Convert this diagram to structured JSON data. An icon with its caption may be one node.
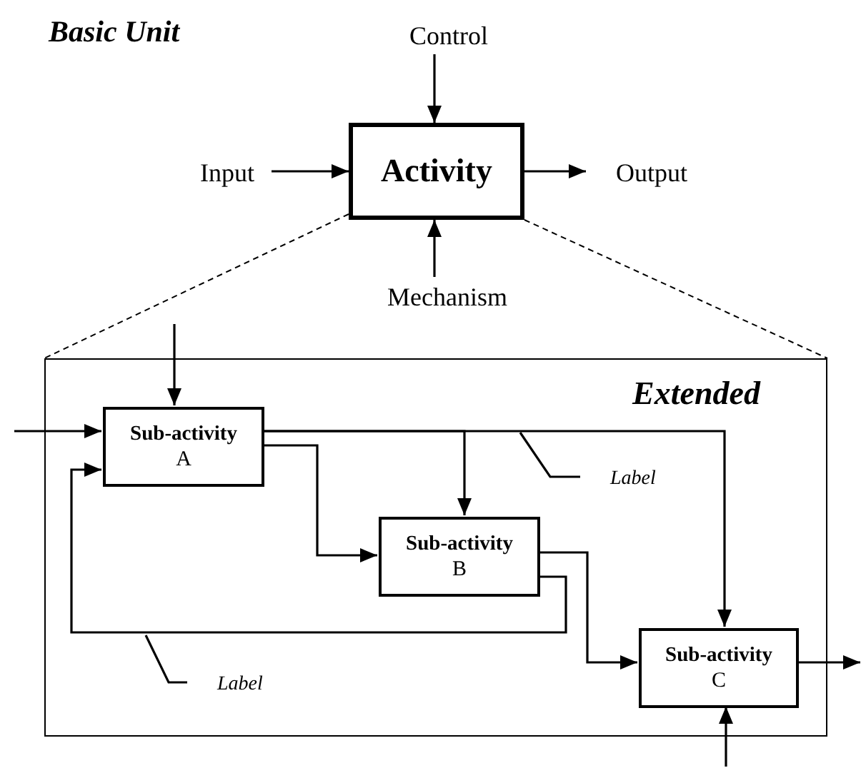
{
  "diagram": {
    "title": "Basic Unit",
    "nodes": [
      {
        "text": [
          "Control"
        ]
      },
      {
        "text": [
          "Input"
        ]
      },
      {
        "text": [
          "Activity"
        ]
      },
      {
        "text": [
          "Output"
        ]
      },
      {
        "text": [
          "Mechanism"
        ]
      },
      {
        "text": [
          "Extended"
        ]
      },
      {
        "text": [
          "Sub-activity",
          "A"
        ],
        "in": 5
      },
      {
        "text": [
          "Sub-activity",
          "B"
        ],
        "in": 5
      },
      {
        "text": [
          "Sub-activity",
          "C"
        ],
        "in": 5
      },
      {
        "text": [
          "Label"
        ],
        "in": 5
      },
      {
        "text": [
          "Label"
        ],
        "in": 5
      }
    ],
    "edges": [
      {
        "from": 0,
        "to": 2,
        "arrow": "to"
      },
      {
        "from": 1,
        "to": 2,
        "arrow": "to"
      },
      {
        "from": 2,
        "to": 3,
        "arrow": "to"
      },
      {
        "from": 4,
        "to": 2,
        "arrow": "to"
      },
      {
        "from": 2,
        "to": 5,
        "arrow": "none",
        "style": "dashed"
      },
      {
        "from": 2,
        "to": 5,
        "arrow": "none",
        "style": "dashed"
      },
      {
        "from": null,
        "to": 6,
        "arrow": "to"
      },
      {
        "from": null,
        "to": 6,
        "arrow": "to"
      },
      {
        "from": 6,
        "to": 8,
        "arrow": "to"
      },
      {
        "from": 6,
        "to": 7,
        "arrow": "to"
      },
      {
        "from": 6,
        "to": 7,
        "arrow": "to"
      },
      {
        "from": 7,
        "to": 8,
        "arrow": "to"
      },
      {
        "from": 7,
        "to": 6,
        "arrow": "to"
      },
      {
        "from": 8,
        "to": null,
        "arrow": "to"
      },
      {
        "from": null,
        "to": 8,
        "arrow": "to"
      },
      {
        "from": 9,
        "to": null,
        "arrow": "none"
      },
      {
        "from": 10,
        "to": null,
        "arrow": "none"
      }
    ]
  }
}
